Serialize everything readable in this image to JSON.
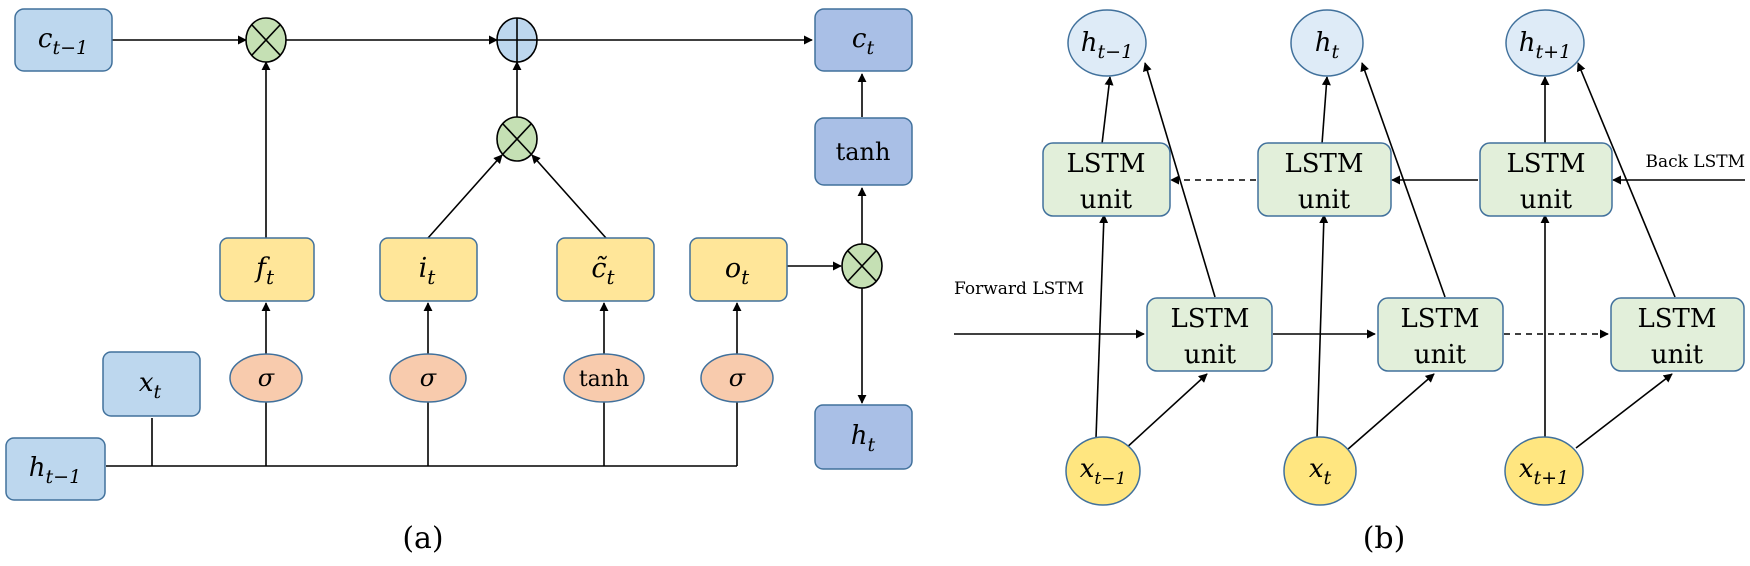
{
  "panel_a": {
    "caption": "(a)",
    "inputs": {
      "c_prev": {
        "base": "c",
        "sub": "t−1"
      },
      "h_prev": {
        "base": "h",
        "sub": "t−1"
      },
      "x_t": {
        "base": "x",
        "sub": "t"
      }
    },
    "gates": {
      "f": {
        "base": "f",
        "sub": "t"
      },
      "i": {
        "base": "i",
        "sub": "t"
      },
      "c_tilde": {
        "base": "c̃",
        "sub": "t"
      },
      "o": {
        "base": "o",
        "sub": "t"
      }
    },
    "activations": {
      "sigma_f": "σ",
      "sigma_i": "σ",
      "tanh_c": "tanh",
      "sigma_o": "σ"
    },
    "outputs": {
      "c_t": {
        "base": "c",
        "sub": "t"
      },
      "tanh_out": "tanh",
      "h_t": {
        "base": "h",
        "sub": "t"
      }
    },
    "operators": {
      "multiply": "⊗",
      "add": "⊕"
    }
  },
  "panel_b": {
    "caption": "(b)",
    "unit_label_line1": "LSTM",
    "unit_label_line2": "unit",
    "forward_label": "Forward LSTM",
    "back_label": "Back LSTM",
    "hidden": [
      {
        "base": "h",
        "sub": "t−1"
      },
      {
        "base": "h",
        "sub": "t"
      },
      {
        "base": "h",
        "sub": "t+1"
      }
    ],
    "inputs": [
      {
        "base": "x",
        "sub": "t−1"
      },
      {
        "base": "x",
        "sub": "t"
      },
      {
        "base": "x",
        "sub": "t+1"
      }
    ]
  },
  "colors": {
    "input_blue": "#bdd7ee",
    "output_blue": "#a9bfe6",
    "gate_yellow": "#ffe699",
    "act_orange": "#f8cbad",
    "op_green": "#c5e0b4",
    "unit_green": "#e2efda",
    "hidden_circle": "#deebf7",
    "input_circle": "#ffe680",
    "stroke_blue": "#41719c",
    "line": "#000000"
  }
}
